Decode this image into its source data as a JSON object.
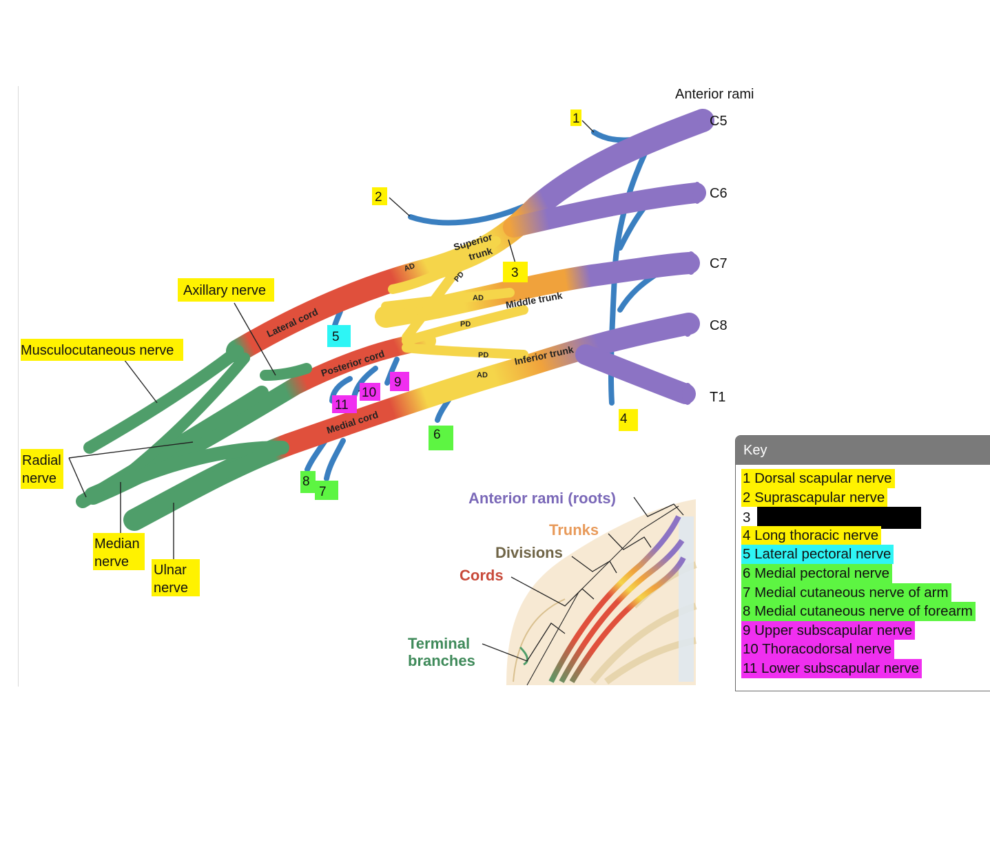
{
  "header": {
    "anterior_rami": "Anterior rami"
  },
  "roots": [
    "C5",
    "C6",
    "C7",
    "C8",
    "T1"
  ],
  "trunks": {
    "superior_1": "Superior",
    "superior_2": "trunk",
    "middle": "Middle trunk",
    "inferior": "Inferior trunk"
  },
  "cords": {
    "lateral": "Lateral cord",
    "posterior": "Posterior cord",
    "medial": "Medial cord"
  },
  "divisions": {
    "ad": "AD",
    "pd": "PD"
  },
  "branch_labels": {
    "axillary": "Axillary nerve",
    "musculocutaneous": "Musculocutaneous nerve",
    "radial_1": "Radial",
    "radial_2": "nerve",
    "median_1": "Median",
    "median_2": "nerve",
    "ulnar_1": "Ulnar",
    "ulnar_2": "nerve"
  },
  "numbers": [
    "1",
    "2",
    "3",
    "4",
    "5",
    "6",
    "7",
    "8",
    "9",
    "10",
    "11"
  ],
  "inset": {
    "roots": "Anterior rami (roots)",
    "trunks": "Trunks",
    "divisions": "Divisions",
    "cords": "Cords",
    "terminal_1": "Terminal",
    "terminal_2": "branches"
  },
  "key": {
    "title": "Key",
    "items": [
      {
        "text": "1  Dorsal scapular nerve",
        "highlight": "#fff200"
      },
      {
        "text": "2  Suprascapular nerve",
        "highlight": "#fff200"
      },
      {
        "text": "3",
        "highlight": "none",
        "redacted": true
      },
      {
        "text": "4  Long thoracic nerve",
        "highlight": "#fff200"
      },
      {
        "text": "5  Lateral pectoral nerve",
        "highlight": "#2ef5f5"
      },
      {
        "text": "6  Medial pectoral nerve",
        "highlight": "#5df542"
      },
      {
        "text": "7  Medial cutaneous nerve of arm",
        "highlight": "#5df542"
      },
      {
        "text": "8  Medial cutaneous nerve of forearm",
        "highlight": "#5df542"
      },
      {
        "text": "9  Upper subscapular nerve",
        "highlight": "#f02ff0"
      },
      {
        "text": "10  Thoracodorsal nerve",
        "highlight": "#f02ff0"
      },
      {
        "text": "11  Lower subscapular nerve",
        "highlight": "#f02ff0"
      }
    ]
  },
  "colors": {
    "roots": "#8c73c4",
    "trunks": "#f0a23c",
    "divisions": "#f5d54a",
    "cords": "#e0503c",
    "terminal": "#4f9e6a",
    "branch": "#3a7fc0",
    "highlight_yellow": "#fff200",
    "highlight_cyan": "#2ef5f5",
    "highlight_green": "#5df542",
    "highlight_magenta": "#f02ff0"
  }
}
